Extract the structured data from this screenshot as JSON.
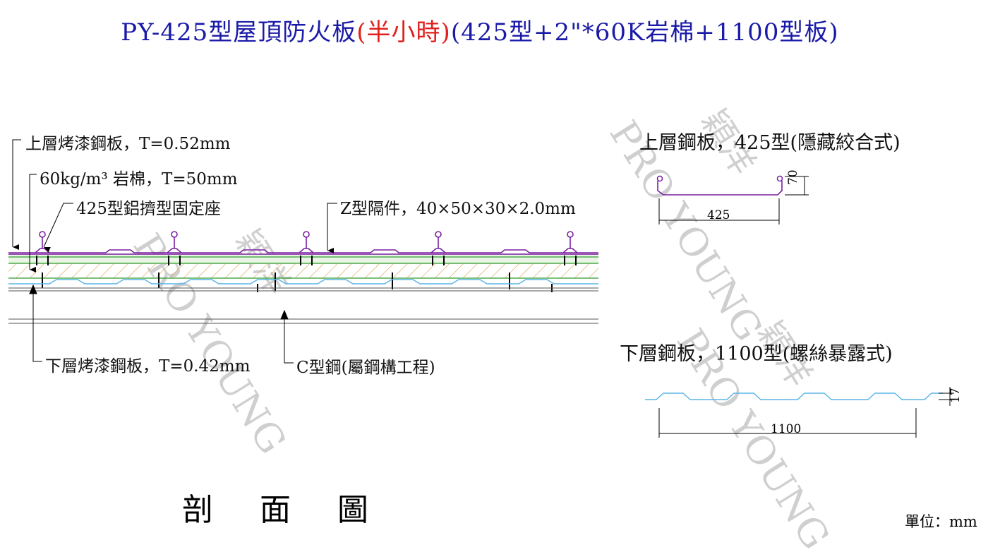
{
  "title": {
    "part1": "PY-425型屋頂防火板",
    "part_red": "(半小時)",
    "part2": "(425型+2\"*60K岩棉+1100型板)"
  },
  "labels": {
    "top_sheet": "上層烤漆鋼板，T=0.52mm",
    "rock_wool": "60kg/m³ 岩棉，T=50mm",
    "clip_seat": "425型鋁擠型固定座",
    "z_spacer": "Z型隔件，40×50×30×2.0mm",
    "bottom_sheet": "下層烤漆鋼板，T=0.42mm",
    "c_steel": "C型鋼(屬鋼構工程)"
  },
  "profiles": {
    "upper_title": "上層鋼板，425型(隱藏絞合式)",
    "upper_width": "425",
    "upper_height": "70",
    "lower_title": "下層鋼板，1100型(螺絲暴露式)",
    "lower_width": "1100",
    "lower_height": "17"
  },
  "section_title": "剖 面 圖",
  "unit_label": "單位：mm",
  "watermarks": {
    "brand_en": "PRO YOUNG",
    "brand_cn": "穎洋"
  },
  "colors": {
    "title_blue": "#1a1aa8",
    "title_red": "#e0201c",
    "top_sheet_purple": "#7a1fa0",
    "insulation_green": "#2e9e2e",
    "hatch_orange": "#d9a04a",
    "bottom_sheet_blue": "#5ab4e8"
  }
}
